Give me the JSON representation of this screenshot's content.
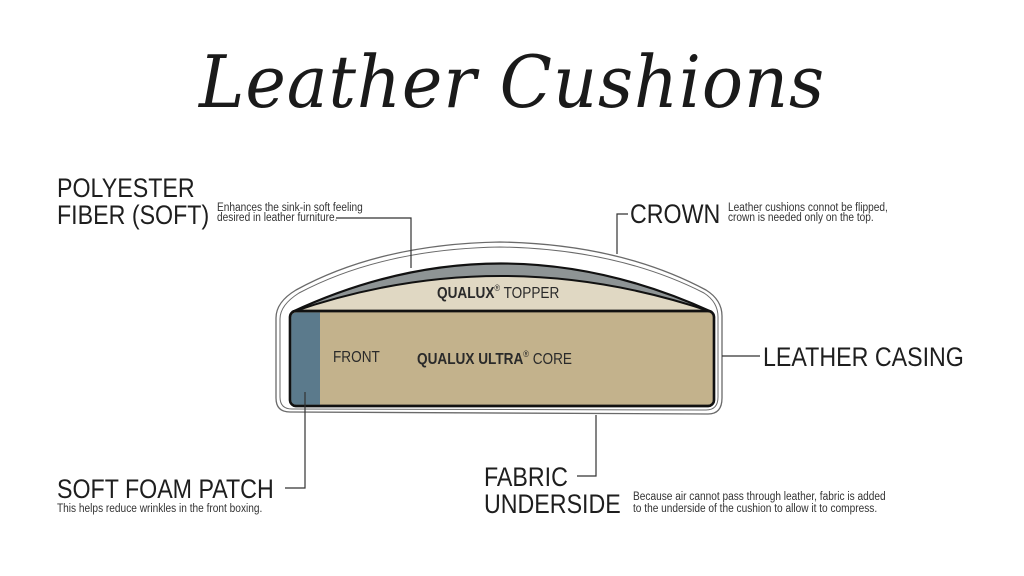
{
  "title": "Leather Cushions",
  "colors": {
    "core": "#c3b28c",
    "topper": "#e0d8c3",
    "crown_fiber": "#8e9495",
    "foam_patch": "#5b7a8c",
    "outline": "#111111",
    "casing_line": "#666666"
  },
  "layers": {
    "topper_brand": "QUALUX",
    "topper_reg": "®",
    "topper_name": "TOPPER",
    "core_brand": "QUALUX ULTRA",
    "core_reg": "®",
    "core_name": "CORE",
    "front": "FRONT"
  },
  "callouts": {
    "polyester": {
      "title_line1": "POLYESTER",
      "title_line2": "FIBER (SOFT)",
      "desc_line1": "Enhances the sink-in soft feeling",
      "desc_line2": "desired in leather furniture."
    },
    "crown": {
      "title": "CROWN",
      "desc_line1": "Leather cushions connot be flipped,",
      "desc_line2": "crown is needed only on the top."
    },
    "leather_casing": {
      "title": "LEATHER CASING"
    },
    "soft_foam_patch": {
      "title": "SOFT FOAM PATCH",
      "desc": "This helps reduce wrinkles in the front boxing."
    },
    "fabric_underside": {
      "title_line1": "FABRIC",
      "title_line2": "UNDERSIDE",
      "desc_line1": "Because air cannot pass through leather, fabric is added",
      "desc_line2": "to the underside of the cushion to allow it to compress."
    }
  }
}
